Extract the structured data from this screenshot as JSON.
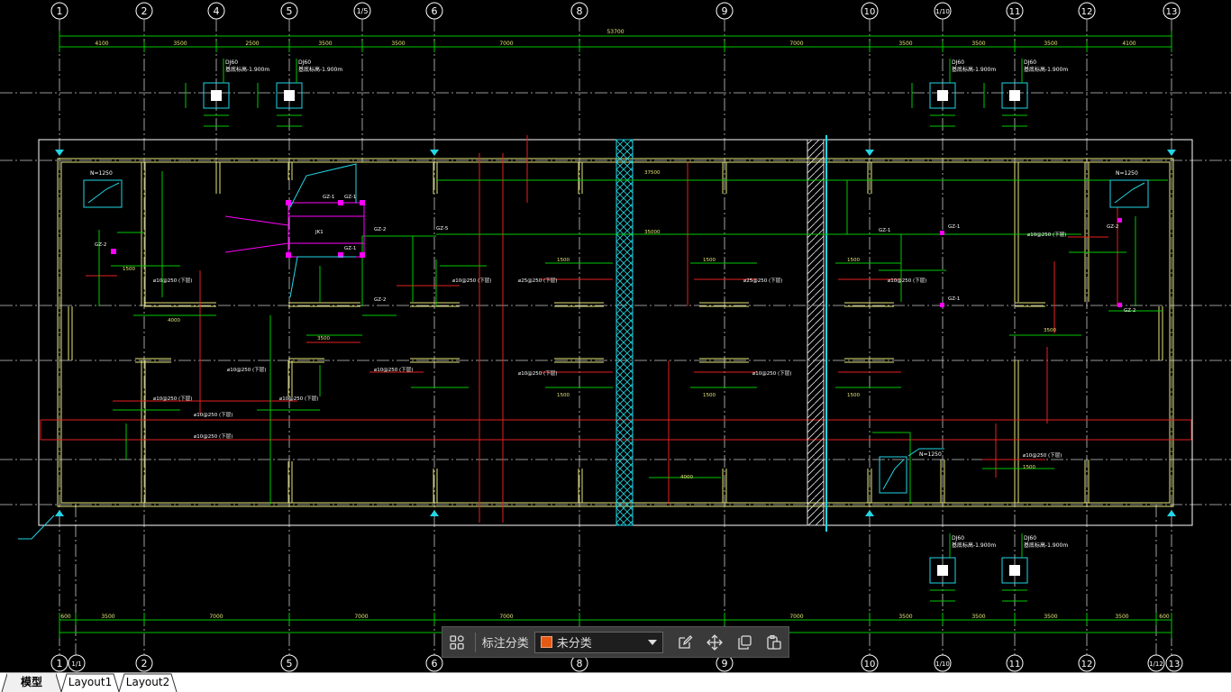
{
  "axes": {
    "top": [
      "1",
      "2",
      "4",
      "5",
      "1/5",
      "6",
      "8",
      "9",
      "10",
      "1/10",
      "11",
      "12",
      "13"
    ],
    "bottom": [
      "1",
      "1/1",
      "2",
      "5",
      "6",
      "8",
      "9",
      "10",
      "1/10",
      "11",
      "12",
      "1/12",
      "13"
    ]
  },
  "dims": {
    "overall": "53700",
    "top": [
      "4100",
      "3500",
      "2500",
      "3500",
      "3500",
      "7000",
      "7000",
      "3500",
      "3500",
      "3500",
      "4100"
    ],
    "bottom": [
      "600",
      "3500",
      "7000",
      "7000",
      "7000",
      "7000",
      "3500",
      "3500",
      "3500",
      "3500",
      "600"
    ]
  },
  "labels": {
    "gz1": "GZ-1",
    "gz2": "GZ-2",
    "gz5": "GZ-5",
    "dj": "DJ60",
    "dj_note": "基底标高-1.900m",
    "rebar": "⌀10@250 (下层)",
    "rebar2": "⌀25@250 (下层)",
    "jk": "JK1",
    "dim1500": "1500",
    "dim4000": "4000",
    "dim35000": "35000",
    "dim37500": "37500",
    "dim4000b": "4000",
    "dim3500": "3500"
  },
  "toolbar": {
    "category_label": "标注分类",
    "category_value": "未分类"
  },
  "tabs": [
    "模型",
    "Layout1",
    "Layout2"
  ],
  "colors": {
    "background": "#000000",
    "green": "#00c800",
    "yellow": "#e6e678",
    "cyan": "#22d6e6",
    "red": "#e62020",
    "magenta": "#ff00ff",
    "white": "#ffffff",
    "accent": "#e45a14"
  }
}
